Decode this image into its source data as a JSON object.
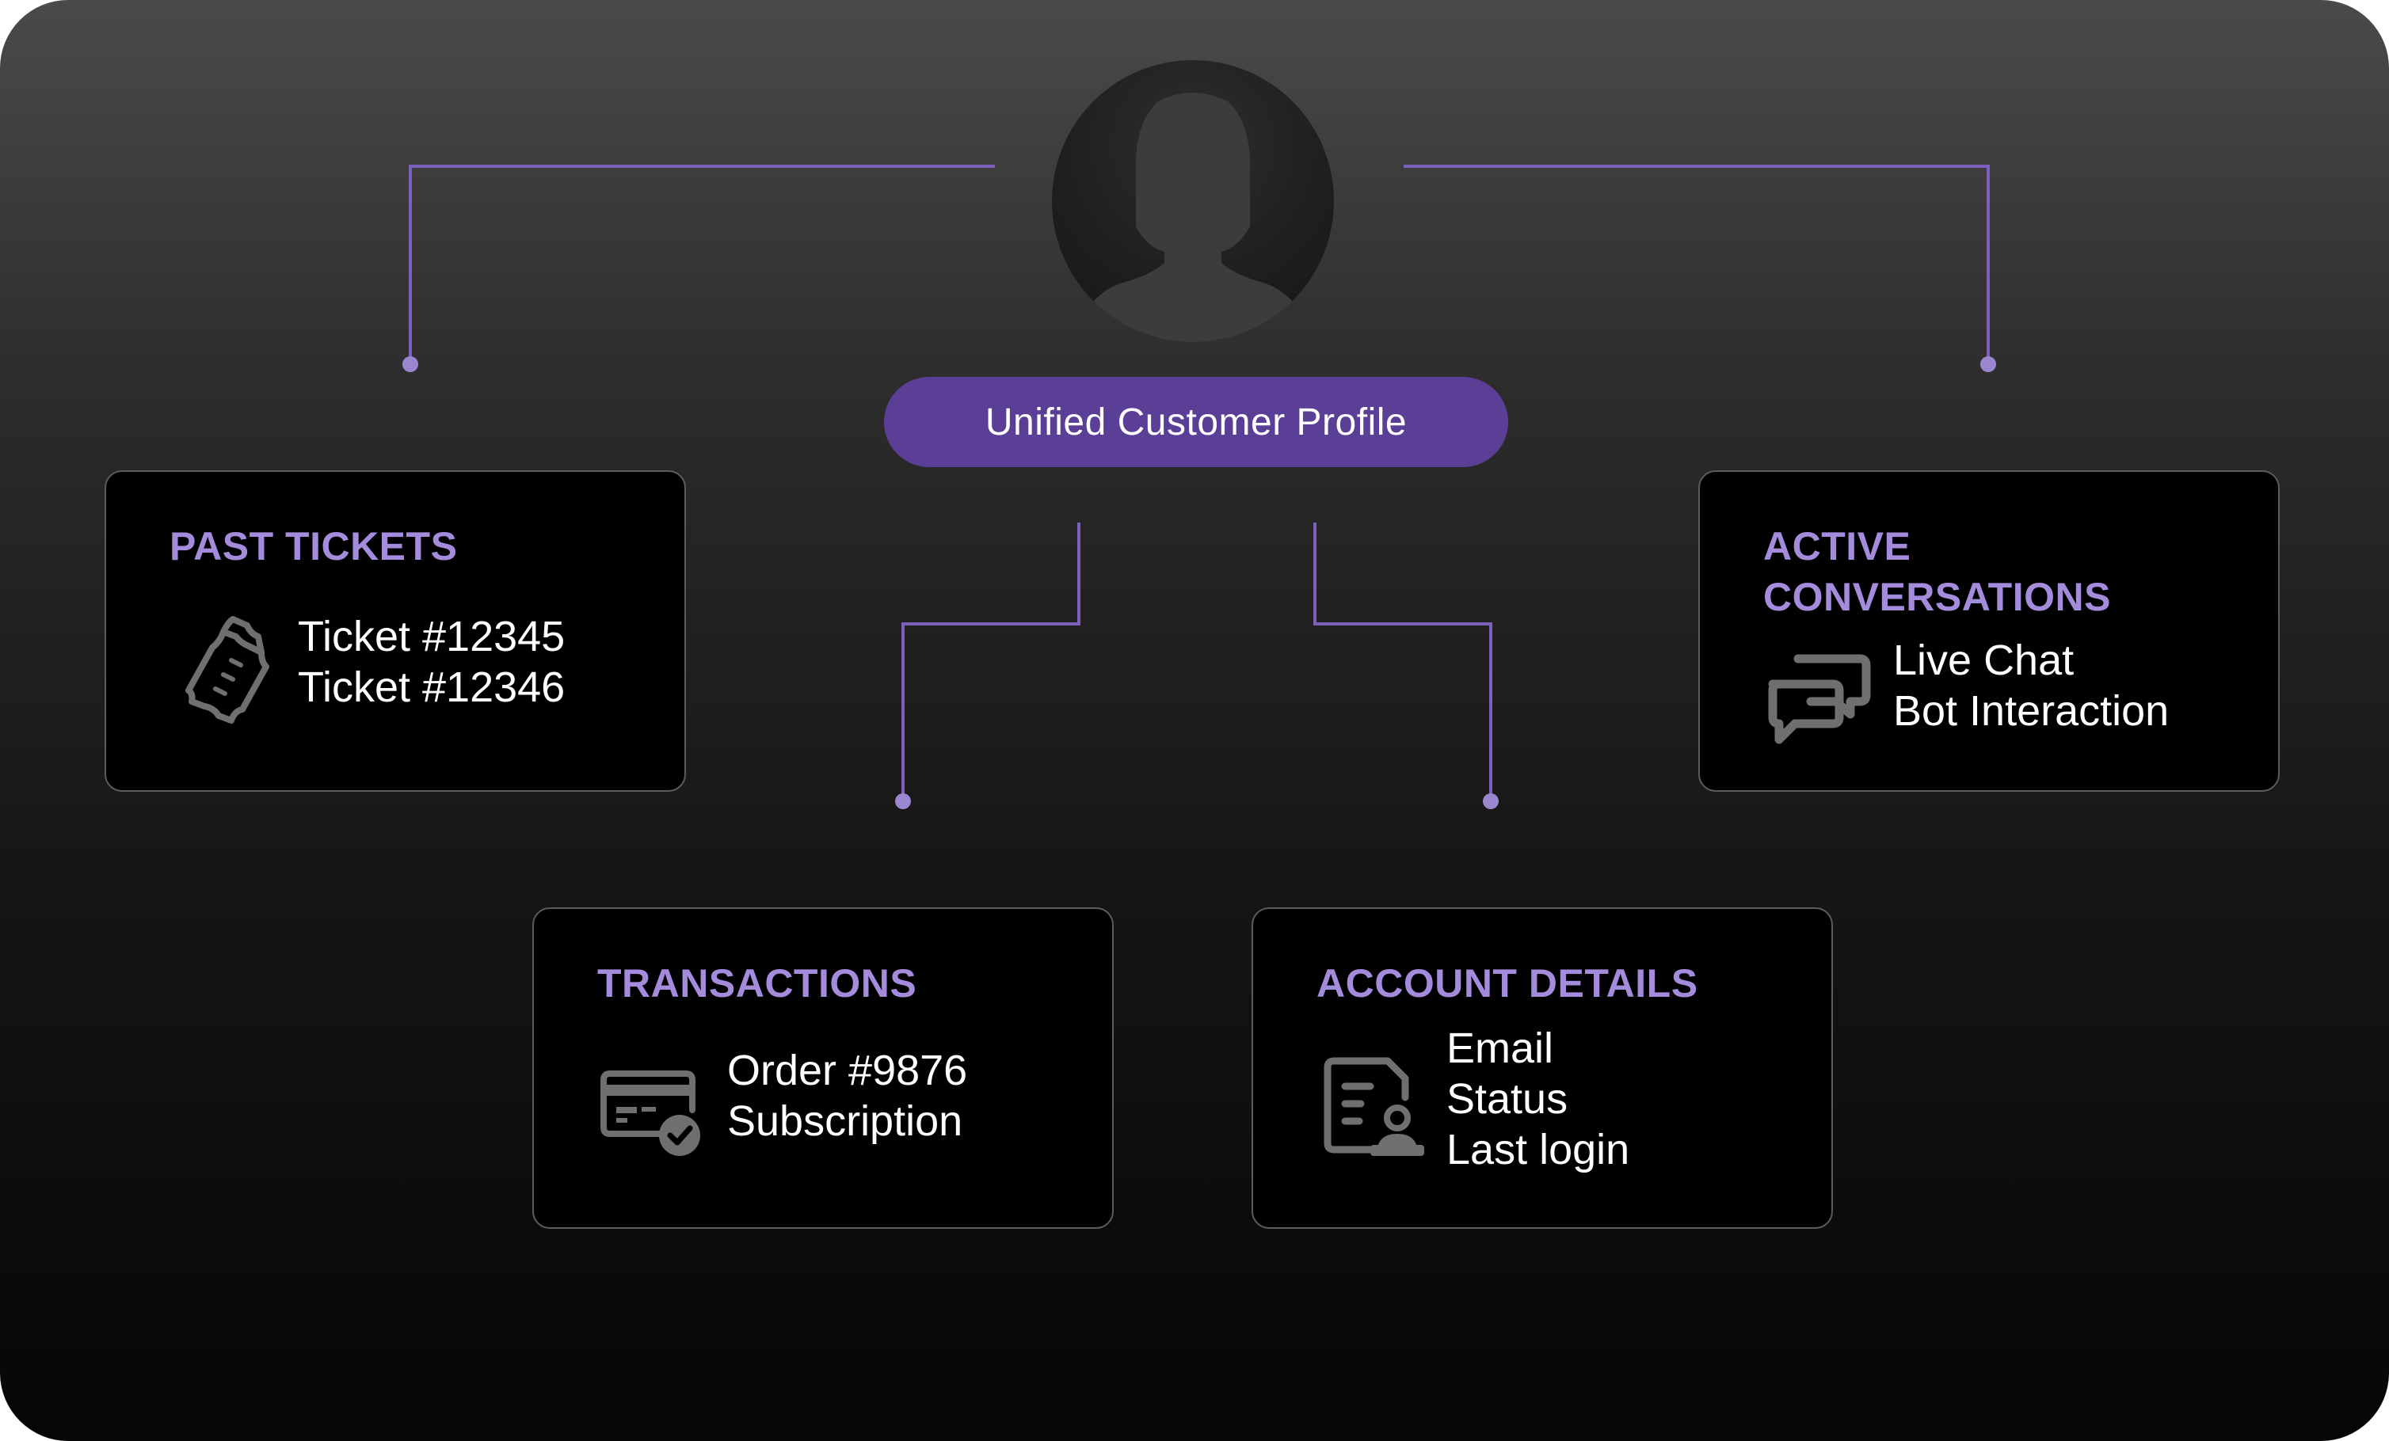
{
  "profile": {
    "label": "Unified Customer Profile",
    "icon": "user-silhouette-icon"
  },
  "colors": {
    "accent": "#5b3f97",
    "connector": "#7d5fbd",
    "card_title": "#a58bdc",
    "card_background": "#000000",
    "icon": "#6f6f6f"
  },
  "cards": {
    "past_tickets": {
      "title": "PAST TICKETS",
      "icon": "ticket-icon",
      "items": [
        "Ticket #12345",
        "Ticket #12346"
      ]
    },
    "transactions": {
      "title": "TRANSACTIONS",
      "icon": "credit-card-check-icon",
      "items": [
        "Order #9876",
        "Subscription"
      ]
    },
    "account_details": {
      "title": "ACCOUNT DETAILS",
      "icon": "account-document-icon",
      "items": [
        "Email",
        "Status",
        "Last login"
      ]
    },
    "active_conversations": {
      "title_lines": [
        "ACTIVE",
        "CONVERSATIONS"
      ],
      "icon": "chat-bubbles-icon",
      "items": [
        "Live Chat",
        "Bot Interaction"
      ]
    }
  }
}
